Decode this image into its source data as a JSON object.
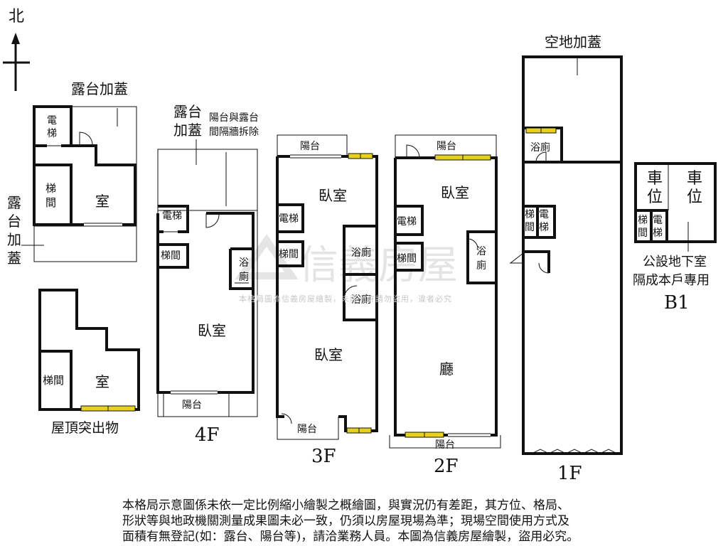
{
  "compass": {
    "north": "北"
  },
  "roof": {
    "terrace_addition": "露台加蓋",
    "left_terrace_addition": [
      "露",
      "台",
      "加",
      "蓋"
    ],
    "elevator": [
      "電",
      "梯"
    ],
    "stair": [
      "梯",
      "間"
    ],
    "room": "室",
    "lower_stair": [
      "梯間"
    ],
    "lower_room": "室",
    "caption": "屋頂突出物"
  },
  "floor4": {
    "terrace_addition": [
      "露台",
      "加蓋"
    ],
    "note": [
      "陽台與露台",
      "間隔牆拆除"
    ],
    "elevator": "電梯",
    "stair": "梯間",
    "bath": [
      "浴",
      "廁"
    ],
    "bedroom": "臥室",
    "balcony": "陽台",
    "label": "4F"
  },
  "floor3": {
    "top_balcony": "陽台",
    "bedroom_top": "臥室",
    "elevator": "電梯",
    "stair": "梯間",
    "bath1": "浴廁",
    "bath2": "浴廁",
    "bedroom_bottom": "臥室",
    "bottom_balcony": "陽台",
    "label": "3F"
  },
  "floor2": {
    "top_balcony": "陽台",
    "bedroom": "臥室",
    "elevator": "電梯",
    "stair": "梯間",
    "bath": [
      "浴",
      "廁"
    ],
    "hall": "廳",
    "bottom_balcony": "陽台",
    "label": "2F"
  },
  "floor1": {
    "vacant_addition": "空地加蓋",
    "bath": "浴廁",
    "stair": [
      "梯",
      "間"
    ],
    "elevator": [
      "電",
      "梯"
    ],
    "label": "1F"
  },
  "basement": {
    "parking1": [
      "車",
      "位"
    ],
    "parking2": [
      "車",
      "位"
    ],
    "stair": [
      "梯",
      "間"
    ],
    "elevator": [
      "電",
      "梯"
    ],
    "note": [
      "公設地下室",
      "隔成本戶專用"
    ],
    "label": "B1"
  },
  "watermark": {
    "brand": "信義房屋",
    "notice": "本格局圖為信義房屋繪製，未經允許請勿盜用，違者必究"
  },
  "disclaimer": [
    "本格局示意圖係未依一定比例縮小繪製之概繪圖，與實況仍有差距，其方位、格局、",
    "形狀等與地政機關測量成果圖未必一致，仍須以房屋現場為準；現場空間使用方式及",
    "面積有無登記(如：露台、陽台等)，請洽業務人員。本圖為信義房屋繪製，盜用必究。"
  ],
  "colors": {
    "wall": "#111111",
    "window": "#e6d21e",
    "watermark": "#c8c8c8"
  }
}
